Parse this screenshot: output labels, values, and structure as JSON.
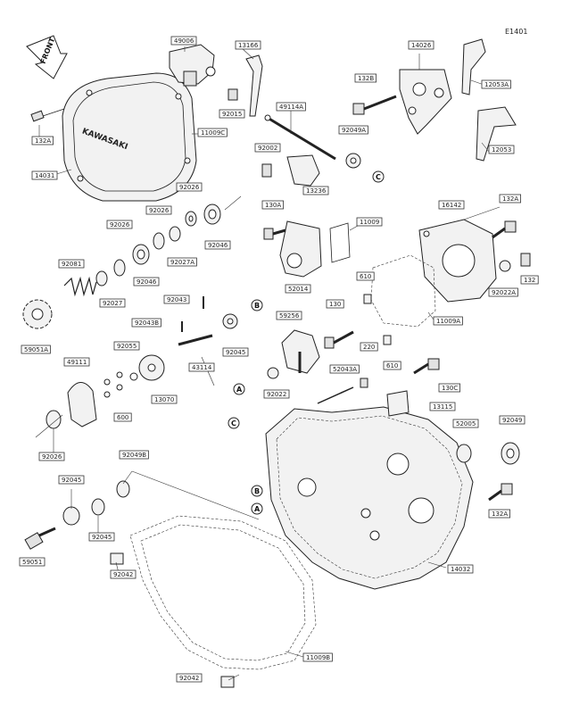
{
  "diagram_id": "E1401",
  "front_label": "FRONT",
  "cover_brand": "KAWASAKI",
  "callouts": [
    "A",
    "B",
    "C"
  ],
  "parts": {
    "p49006": "49006",
    "p13166": "13166",
    "p14026": "14026",
    "p12053A": "12053A",
    "p132B": "132B",
    "p92015": "92015",
    "p49114A": "49114A",
    "p132A_top": "132A",
    "p11009C": "11009C",
    "p14031": "14031",
    "p12053": "12053",
    "p92002": "92002",
    "p92049A": "92049A",
    "p13236": "13236",
    "p92026a": "92026",
    "p92026b": "92026",
    "p92026c": "92026",
    "p92046a": "92046",
    "p92027A": "92027A",
    "p92046b": "92046",
    "p130A": "130A",
    "p11009": "11009",
    "p16142": "16142",
    "p132A_r": "132A",
    "p92081": "92081",
    "p92027": "92027",
    "p52014": "52014",
    "p92022A": "92022A",
    "p132": "132",
    "p610a": "610",
    "p92043": "92043",
    "p92043B": "92043B",
    "p59051A": "59051A",
    "p92045a": "92045",
    "p59256": "59256",
    "p130": "130",
    "p11009A": "11009A",
    "p92055": "92055",
    "p43114": "43114",
    "p220": "220",
    "p610b": "610",
    "p49111": "49111",
    "p52043A": "52043A",
    "p130C": "130C",
    "p92022": "92022",
    "p13070": "13070",
    "p13115": "13115",
    "p600": "600",
    "p52005": "52005",
    "p92049": "92049",
    "p92026d": "92026",
    "p92049B": "92049B",
    "p92045b": "92045",
    "p132A_b": "132A",
    "p92045c": "92045",
    "p14032": "14032",
    "p59051": "59051",
    "p92042a": "92042",
    "p11009B": "11009B",
    "p92042b": "92042"
  }
}
